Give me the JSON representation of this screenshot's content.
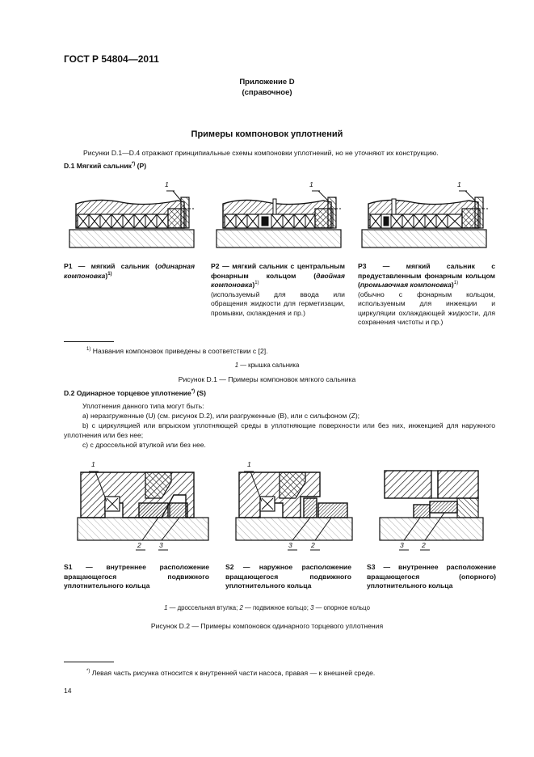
{
  "header": {
    "standard": "ГОСТ Р 54804—2011"
  },
  "appendix": {
    "title": "Приложение D",
    "note": "(справочное)"
  },
  "section_title": "Примеры компоновок уплотнений",
  "intro": "Рисунки D.1—D.4 отражают принципиальные схемы компоновки уплотнений, но не уточняют их конструкцию.",
  "d1": {
    "heading_pre": "D.1  Мягкий сальник",
    "heading_sup": "*)",
    "heading_post": " (Р)",
    "callout": "1",
    "p1": {
      "title": "Р1 — мягкий сальник (",
      "italic": "одинарная компоновка",
      "close": ")",
      "sup": "1)"
    },
    "p2": {
      "title": "Р2 — мягкий сальник с центральным фонарным кольцом (",
      "italic": "двойная компоновка",
      "close": ")",
      "sup": "1)",
      "body": "(используемый для ввода или обращения жидкости для герметизации, промывки, охлаждения и пр.)"
    },
    "p3": {
      "title": "Р3 — мягкий сальник с предуставленным фонарным кольцом (",
      "italic": "промывочная компоновка",
      "close": ")",
      "sup": "1)",
      "body": "(обычно с фонарным кольцом, используемым для инжекции и циркуляции охлаждающей жидкости, для сохранения чистоты и пр.)"
    },
    "footnote_mark": "1)",
    "footnote": "Названия компоновок приведены в соответствии с [2].",
    "legend": "1 — крышка сальника",
    "legend_num": "1",
    "legend_text": " — крышка сальника",
    "caption": "Рисунок D.1 — Примеры компоновок мягкого сальника"
  },
  "d2": {
    "heading_pre": "D.2  Одинарное торцевое уплотнение",
    "heading_sup": "*)",
    "heading_post": " (S)",
    "intro": "Уплотнения данного типа могут быть:",
    "items": [
      "а)  неразгруженные (U) (см. рисунок D.2), или разгруженные (В), или с сильфоном (Z);",
      "b)  с циркуляцией или впрыском уплотняющей среды в уплотняющие поверхности или без них, инжекцией для наружного уплотнения или без нее;",
      "с)  с дроссельной втулкой или без нее."
    ],
    "callouts": {
      "one": "1",
      "two": "2",
      "three": "3"
    },
    "s1": "S1 — внутреннее расположение вращающегося подвижного уплотнительного кольца",
    "s2": "S2 — наружное расположение вращающегося подвижного уплотнительного кольца",
    "s3": "S3 — внутреннее расположение вращающегося (опорного) уплотнительного кольца",
    "legend_parts": [
      {
        "num": "1",
        "text": " — дроссельная втулка; "
      },
      {
        "num": "2",
        "text": " — подвижное кольцо; "
      },
      {
        "num": "3",
        "text": " — опорное кольцо"
      }
    ],
    "caption": "Рисунок D.2 — Примеры компоновок одинарного торцевого уплотнения"
  },
  "footnote": {
    "mark": "*)",
    "text": "Левая часть рисунка относится к внутренней части насоса, правая — к внешней среде."
  },
  "page_number": "14"
}
